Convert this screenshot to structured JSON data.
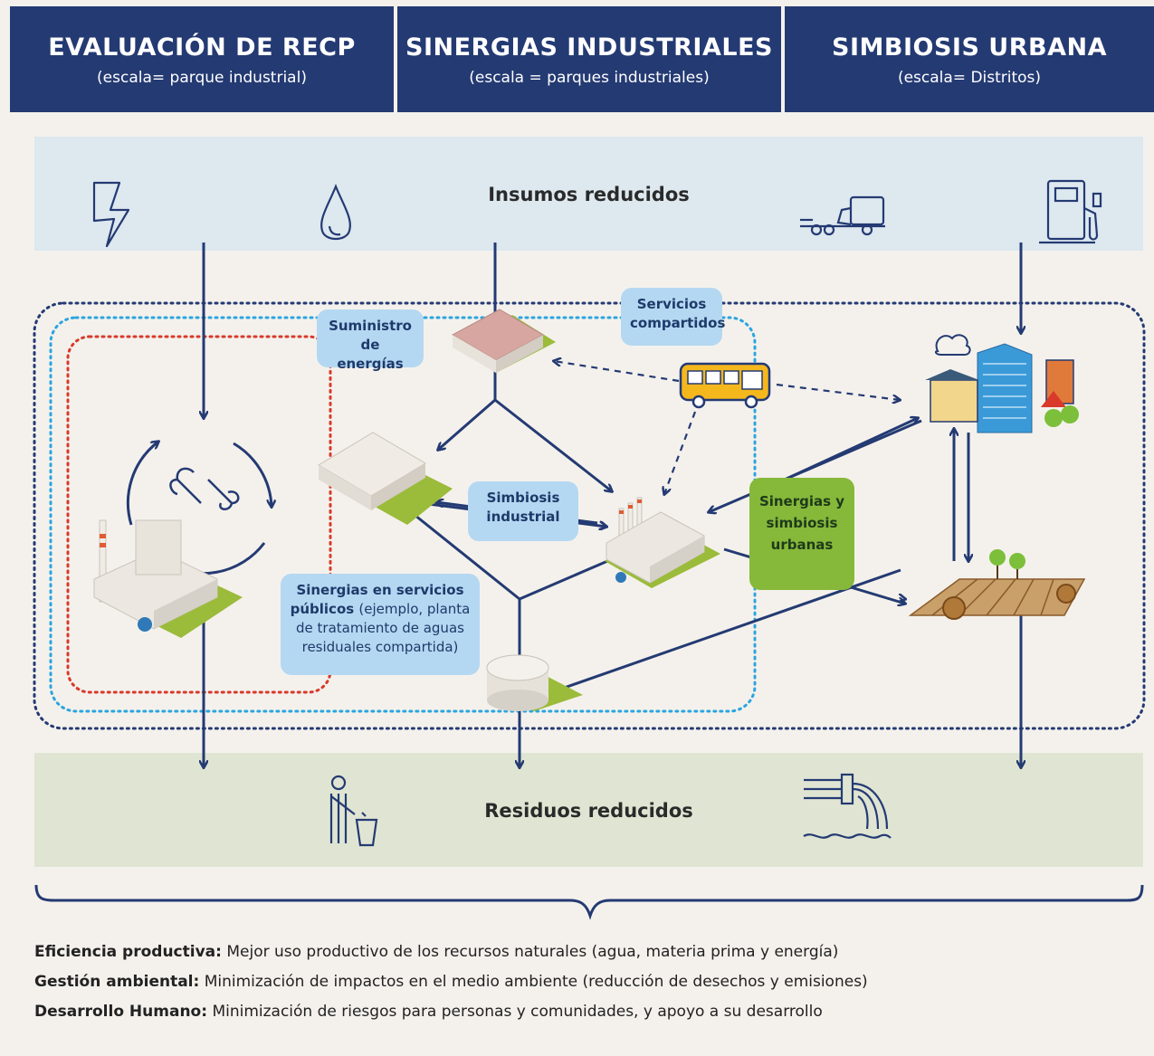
{
  "headers": [
    {
      "title": "EVALUACIÓN DE RECP",
      "subtitle": "(escala= parque industrial)"
    },
    {
      "title": "SINERGIAS INDUSTRIALES",
      "subtitle": "(escala = parques industriales)"
    },
    {
      "title": "SIMBIOSIS URBANA",
      "subtitle": "(escala= Distritos)"
    }
  ],
  "inputs_band": {
    "title": "Insumos reducidos",
    "color": "#dde8ef",
    "icons": [
      "lightning-icon",
      "water-drop-icon",
      "truck-icon",
      "fuel-pump-icon"
    ]
  },
  "waste_band": {
    "title": "Residuos reducidos",
    "color": "#dfe5d2",
    "icons": [
      "trash-person-icon",
      "discharge-pipe-icon"
    ]
  },
  "bubbles": {
    "energy_supply": "Suministro de energías",
    "shared_services": "Servicios compartidos",
    "industrial_symbiosis": "Simbiosis industrial",
    "public_services_bold": "Sinergias en servicios públicos",
    "public_services_rest": "(ejemplo, planta de tratamiento de aguas residuales compartida)",
    "urban_synergies": "Sinergias y simbiosis urbanas"
  },
  "footer": [
    {
      "label": "Eficiencia productiva:",
      "text": "Mejor uso productivo de los recursos naturales (agua, materia prima y energía)"
    },
    {
      "label": "Gestión ambiental:",
      "text": "Minimización de impactos en el medio ambiente (reducción de desechos y emisiones)"
    },
    {
      "label": "Desarrollo Humano:",
      "text": "Minimización de riesgos para personas y comunidades, y apoyo a su desarrollo"
    }
  ],
  "colors": {
    "navy": "#243a73",
    "red_dotted": "#d9392a",
    "blue_dotted": "#2aa5e0",
    "bubble": "#b5d8f2",
    "green": "#86b83a"
  }
}
